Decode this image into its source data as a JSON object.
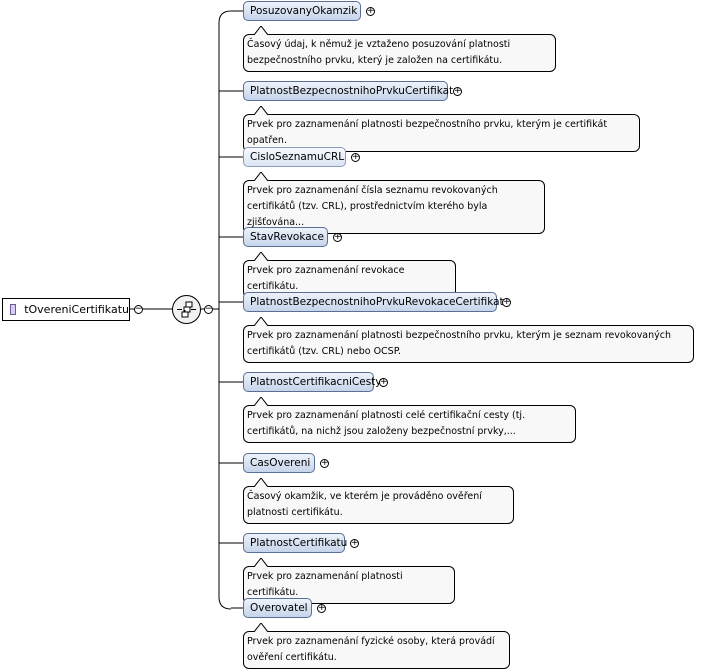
{
  "root": {
    "label": "tOvereniCertifikatu"
  },
  "elements": [
    {
      "label": "PosuzovanyOkamzik",
      "note": [
        "Časový údaj, k němuž je vztaženo posuzování platnosti",
        "bezpečnostního prvku, který je založen na certifikátu."
      ]
    },
    {
      "label": "PlatnostBezpecnostnihoPrvkuCertifikatu",
      "note": [
        "Prvek pro zaznamenání platnosti bezpečnostního prvku, kterým je certifikát opatřen."
      ]
    },
    {
      "label": "CisloSeznamuCRL",
      "note": [
        "Prvek pro zaznamenání čísla seznamu revokovaných",
        "certifikátů (tzv. CRL), prostřednictvím kterého byla zjišťována..."
      ]
    },
    {
      "label": "StavRevokace",
      "note": [
        "Prvek pro zaznamenání revokace certifikátu."
      ]
    },
    {
      "label": "PlatnostBezpecnostnihoPrvkuRevokaceCertifikatu",
      "note": [
        "Prvek pro zaznamenání platnosti bezpečnostního prvku, kterým je seznam revokovaných",
        "certifikátů (tzv. CRL) nebo OCSP."
      ]
    },
    {
      "label": "PlatnostCertifikacniCesty",
      "note": [
        "Prvek pro zaznamenání platnosti celé certifikační cesty (tj.",
        "certifikátů, na nichž jsou založeny bezpečnostní prvky,..."
      ]
    },
    {
      "label": "CasOvereni",
      "note": [
        "Časový okamžik, ve kterém je prováděno ověření",
        "platnosti certifikátu."
      ]
    },
    {
      "label": "PlatnostCertifikatu",
      "note": [
        "Prvek pro zaznamenání platnosti certifikátu."
      ]
    },
    {
      "label": "Overovatel",
      "note": [
        "Prvek pro zaznamenání fyzické osoby, která provádí",
        "ověření certifikátu."
      ]
    }
  ]
}
